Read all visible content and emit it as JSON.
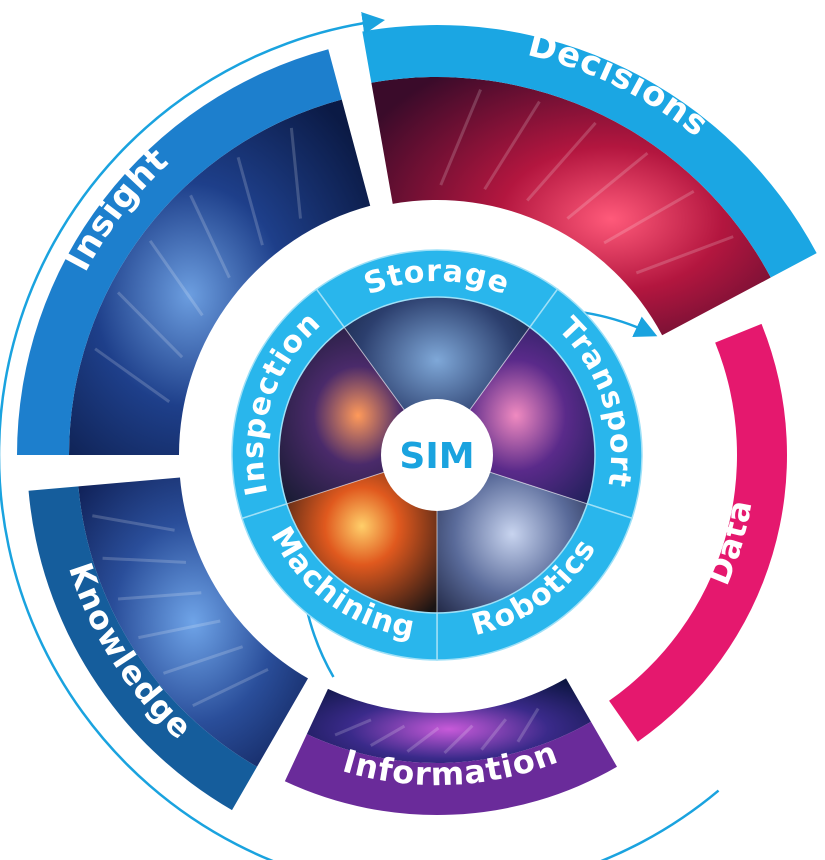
{
  "center": {
    "label": "SIM",
    "color": "#1aa3df"
  },
  "inner_ring": {
    "color": "#29b6ec",
    "sectors": [
      {
        "id": "storage",
        "label": "Storage",
        "icon": "industrial-plant-photo"
      },
      {
        "id": "transport",
        "label": "Transport",
        "icon": "light-trails-city-photo"
      },
      {
        "id": "robotics",
        "label": "Robotics",
        "icon": "robotic-hand-photo"
      },
      {
        "id": "machining",
        "label": "Machining",
        "icon": "grinding-sparks-photo"
      },
      {
        "id": "inspection",
        "label": "Inspection",
        "icon": "vr-headset-photo"
      }
    ]
  },
  "outer_ring": {
    "segments": [
      {
        "id": "decisions",
        "label": "Decisions",
        "color": "#1ba6e3",
        "icon": "industrial-robot-photo"
      },
      {
        "id": "data",
        "label": "Data",
        "color": "#e5186e"
      },
      {
        "id": "information",
        "label": "Information",
        "color": "#6a2b9a",
        "icon": "circuit-board-photo"
      },
      {
        "id": "knowledge",
        "label": "Knowledge",
        "color": "#155d9c",
        "icon": "microchip-photo"
      },
      {
        "id": "insight",
        "label": "Insight",
        "color": "#1d7fcd",
        "icon": "network-cables-photo"
      }
    ]
  },
  "arrows": {
    "color": "#1aa3df"
  }
}
